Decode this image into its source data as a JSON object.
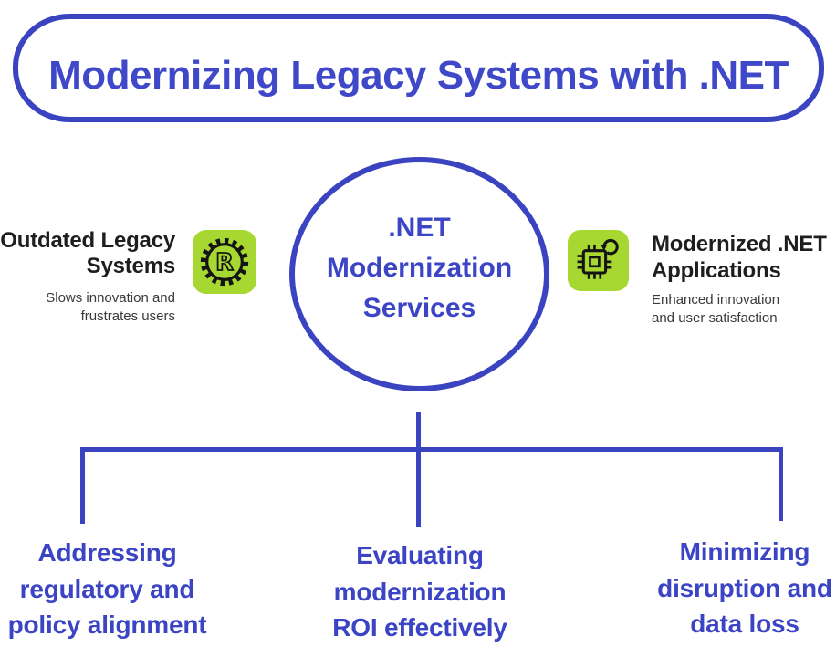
{
  "diagram": {
    "title": "Modernizing Legacy Systems with .NET",
    "center_node": {
      "label": ".NET\nModernization\nServices"
    },
    "left_node": {
      "title": "Outdated Legacy\nSystems",
      "subtitle": "Slows innovation and\nfrustrates users",
      "icon": "gear-r-icon"
    },
    "right_node": {
      "title": "Modernized .NET\nApplications",
      "subtitle": "Enhanced innovation\nand user satisfaction",
      "icon": "chip-refresh-icon"
    },
    "branches": [
      {
        "label": "Addressing\nregulatory and\npolicy alignment"
      },
      {
        "label": "Evaluating\nmodernization\nROI effectively"
      },
      {
        "label": "Minimizing\ndisruption and\ndata loss"
      }
    ],
    "colors": {
      "accent_blue": "#3B44C0",
      "blue_text": "#3B45C6",
      "icon_green": "#A7D831",
      "heading_black": "#1E1E1E",
      "subtitle_gray": "#3A3A3A"
    }
  }
}
